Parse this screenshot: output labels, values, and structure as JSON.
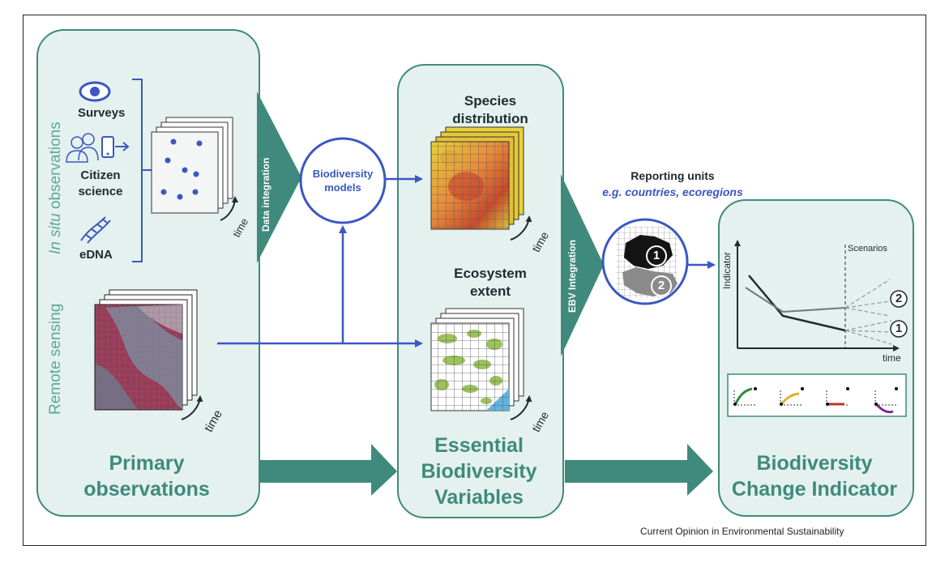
{
  "primary": {
    "title_line1": "Primary",
    "title_line2": "observations",
    "in_situ_emph": "In situ",
    "in_situ_rest": " observations",
    "remote_sensing": "Remote sensing",
    "surveys": "Surveys",
    "citizen_line1": "Citizen",
    "citizen_line2": "science",
    "edna": "eDNA",
    "time": "time"
  },
  "data_integration": "Data integration",
  "models": {
    "line1": "Biodiversity",
    "line2": "models"
  },
  "ebv": {
    "title_line1": "Essential",
    "title_line2": "Biodiversity",
    "title_line3": "Variables",
    "species_line1": "Species",
    "species_line2": "distribution",
    "ecosystem_line1": "Ecosystem",
    "ecosystem_line2": "extent",
    "time": "time"
  },
  "ebv_integration": "EBV Integration",
  "reporting": {
    "line1": "Reporting units",
    "line2": "e.g. countries, ecoregions",
    "unit1": "1",
    "unit2": "2"
  },
  "indicator": {
    "title_line1": "Biodiversity",
    "title_line2": "Change Indicator",
    "y_axis": "Indicator",
    "x_axis": "time",
    "scenarios": "Scenarios",
    "scenario_1": "1",
    "scenario_2": "2"
  },
  "credit": "Current Opinion in Environmental Sustainability",
  "colors": {
    "teal": "#3f8a7c",
    "panel_fill": "#e4f1ee",
    "blue": "#3b57c2",
    "dark": "#1f2a33"
  }
}
